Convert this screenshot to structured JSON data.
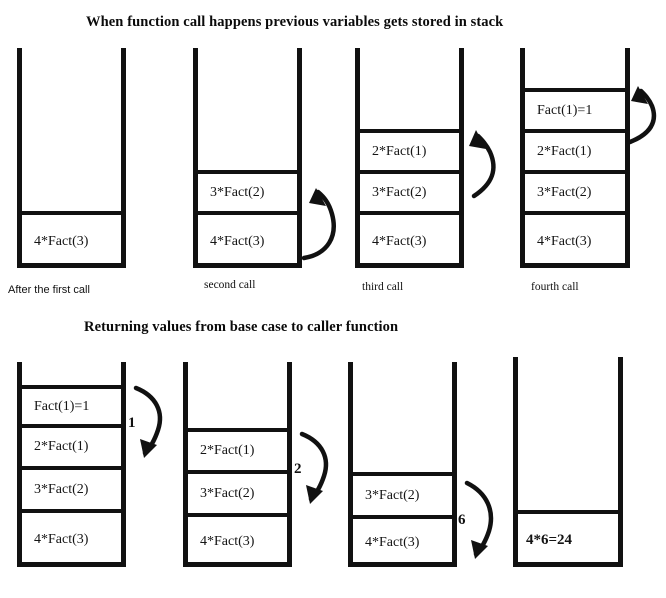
{
  "headings": {
    "top": "When function call happens previous variables gets stored in stack",
    "bottom": "Returning values from base case to caller function"
  },
  "colors": {
    "ink": "#111111",
    "background": "#ffffff"
  },
  "push_phase": {
    "stacks": [
      {
        "caption": "After the first call",
        "caption_font": "sans",
        "cells": [
          "4*Fact(3)"
        ],
        "arrow": null
      },
      {
        "caption": "second call",
        "caption_font": "serif",
        "cells": [
          "3*Fact(2)",
          "4*Fact(3)"
        ],
        "arrow": {
          "direction": "up",
          "label": ""
        }
      },
      {
        "caption": "third call",
        "caption_font": "serif",
        "cells": [
          "2*Fact(1)",
          "3*Fact(2)",
          "4*Fact(3)"
        ],
        "arrow": {
          "direction": "up",
          "label": ""
        }
      },
      {
        "caption": "fourth call",
        "caption_font": "serif",
        "cells": [
          "Fact(1)=1",
          "2*Fact(1)",
          "3*Fact(2)",
          "4*Fact(3)"
        ],
        "arrow": {
          "direction": "up",
          "label": ""
        }
      }
    ]
  },
  "return_phase": {
    "stacks": [
      {
        "caption": "",
        "cells": [
          "Fact(1)=1",
          "2*Fact(1)",
          "3*Fact(2)",
          "4*Fact(3)"
        ],
        "arrow": {
          "direction": "down",
          "label": "1"
        }
      },
      {
        "caption": "",
        "cells": [
          "2*Fact(1)",
          "3*Fact(2)",
          "4*Fact(3)"
        ],
        "arrow": {
          "direction": "down",
          "label": "2"
        }
      },
      {
        "caption": "",
        "cells": [
          "3*Fact(2)",
          "4*Fact(3)"
        ],
        "arrow": {
          "direction": "down",
          "label": "6"
        }
      },
      {
        "caption": "",
        "cells": [
          "4*6=24"
        ],
        "arrow": null
      }
    ]
  }
}
